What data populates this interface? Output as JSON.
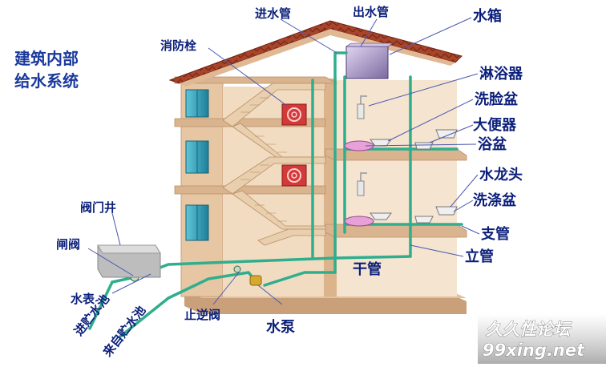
{
  "title": {
    "line1": "建筑内部",
    "line2": "给水系统"
  },
  "labels": {
    "inlet_pipe": "进水管",
    "outlet_pipe": "出水管",
    "water_tank": "水箱",
    "fire_hydrant": "消防栓",
    "shower": "淋浴器",
    "washbasin": "洗脸盆",
    "toilet": "大便器",
    "bathtub": "浴盆",
    "faucet": "水龙头",
    "sink": "洗涤盆",
    "branch_pipe": "支管",
    "riser_pipe": "立管",
    "main_pipe": "干管",
    "valve_well": "阀门井",
    "gate_valve": "闸阀",
    "water_meter": "水表",
    "to_reservoir": "进贮水池",
    "from_reservoir": "来自贮水池",
    "check_valve": "止逆阀",
    "pump": "水泵"
  },
  "watermark": {
    "line1": "久久性论坛",
    "line2": "99xing.net"
  },
  "colors": {
    "wall": "#e7c7a3",
    "wall_dark": "#c9a07a",
    "roof": "#9c3a22",
    "pipe": "#2fae8e",
    "label_text": "#0b1f7a",
    "leader_line": "#4a58b0"
  }
}
